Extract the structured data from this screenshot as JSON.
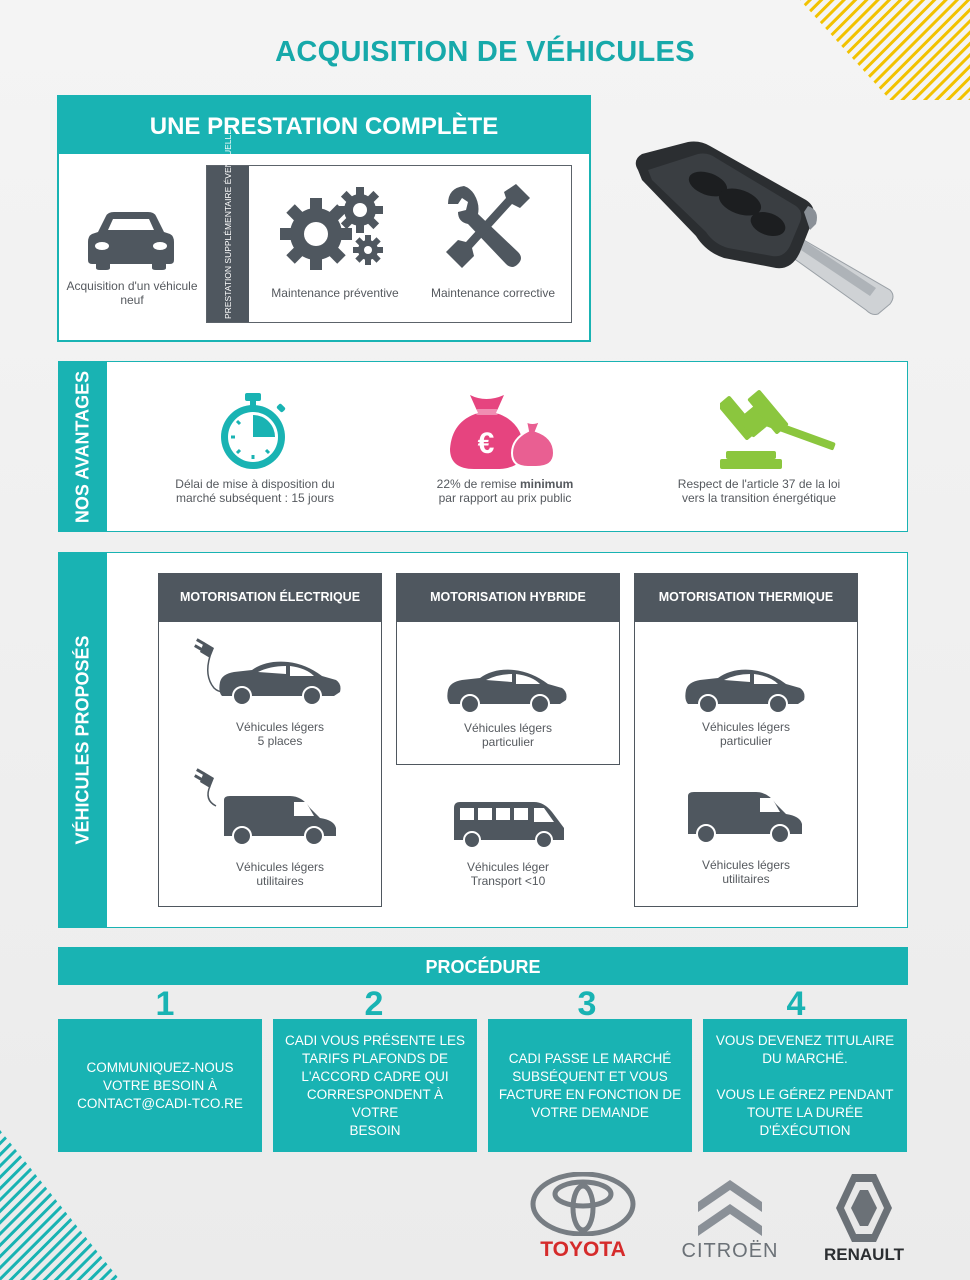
{
  "page": {
    "title": "ACQUISITION DE VÉHICULES"
  },
  "prestation": {
    "heading": "UNE PRESTATION COMPLÈTE",
    "items": [
      {
        "icon": "car-icon",
        "label": "Acquisition d'un véhicule neuf"
      },
      {
        "icon": "gears-icon",
        "label": "Maintenance préventive"
      },
      {
        "icon": "tools-icon",
        "label": "Maintenance corrective"
      }
    ],
    "supplement_label": "PRESTATION SUPPLÉMENTAIRE ÉVENTUELLE"
  },
  "avantages": {
    "heading": "NOS AVANTAGES",
    "items": [
      {
        "icon": "stopwatch-icon",
        "text": "Délai de mise à disposition du marché subséquent : 15 jours"
      },
      {
        "icon": "money-bag-euro-icon",
        "text_before": "22% de remise ",
        "text_bold": "minimum",
        "text_after": "par rapport au prix public"
      },
      {
        "icon": "gavel-icon",
        "text": "Respect de l'article 37 de la loi vers la transition énergétique"
      }
    ]
  },
  "vehicules": {
    "heading": "VÉHICULES PROPOSÉS",
    "categories": [
      {
        "title": "MOTORISATION ÉLECTRIQUE",
        "items": [
          "Véhicules légers\n5 places",
          "Véhicules légers\nutilitaires"
        ]
      },
      {
        "title": "MOTORISATION HYBRIDE",
        "items": [
          "Véhicules légers\nparticulier",
          "Véhicules léger\nTransport <10"
        ]
      },
      {
        "title": "MOTORISATION THERMIQUE",
        "items": [
          "Véhicules légers\nparticulier",
          "Véhicules légers\nutilitaires"
        ]
      }
    ]
  },
  "procedure": {
    "heading": "PROCÉDURE",
    "steps": [
      {
        "num": "1",
        "text": "COMMUNIQUEZ-NOUS\nVOTRE BESOIN À\nCONTACT@CADI-TCO.RE"
      },
      {
        "num": "2",
        "text": "CADI VOUS PRÉSENTE LES\nTARIFS PLAFONDS DE\nL'ACCORD CADRE QUI\nCORRESPONDENT À VOTRE\nBESOIN"
      },
      {
        "num": "3",
        "text": "CADI PASSE LE MARCHÉ\nSUBSÉQUENT ET VOUS\nFACTURE EN FONCTION DE\nVOTRE DEMANDE"
      },
      {
        "num": "4",
        "text": "VOUS DEVENEZ TITULAIRE\nDU MARCHÉ.\n\nVOUS LE GÉREZ PENDANT\nTOUTE LA DURÉE\nD'ÉXÉCUTION"
      }
    ]
  },
  "brands": [
    "TOYOTA",
    "CITROËN",
    "RENAULT"
  ],
  "colors": {
    "teal": "#19b3b3",
    "dark": "#4f575f",
    "pink": "#e6447f",
    "green": "#8bc63e"
  }
}
